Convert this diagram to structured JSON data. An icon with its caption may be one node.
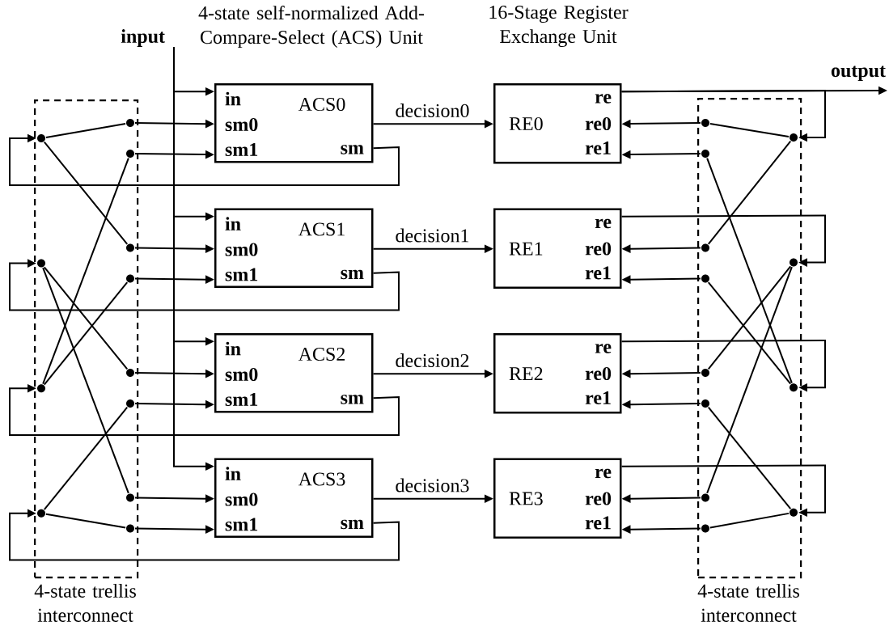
{
  "diagram": {
    "nodes": [
      {
        "text": [
          "input"
        ]
      },
      {
        "text": [
          "4-state trellis interconnect"
        ]
      },
      {
        "text": [],
        "shape": "circle",
        "in": 1
      },
      {
        "text": [],
        "shape": "circle",
        "in": 1
      },
      {
        "text": [],
        "shape": "circle",
        "in": 1
      },
      {
        "text": [],
        "shape": "circle",
        "in": 1
      },
      {
        "text": [],
        "shape": "circle",
        "in": 1
      },
      {
        "text": [],
        "shape": "circle",
        "in": 1
      },
      {
        "text": [],
        "shape": "circle",
        "in": 1
      },
      {
        "text": [],
        "shape": "circle",
        "in": 1
      },
      {
        "text": [],
        "shape": "circle",
        "in": 1
      },
      {
        "text": [],
        "shape": "circle",
        "in": 1
      },
      {
        "text": [],
        "shape": "circle",
        "in": 1
      },
      {
        "text": [],
        "shape": "circle",
        "in": 1
      },
      {
        "text": [
          "ACS0",
          "in",
          "sm0",
          "sm1",
          "sm"
        ]
      },
      {
        "text": [
          "ACS1",
          "in",
          "sm0",
          "sm1",
          "sm"
        ]
      },
      {
        "text": [
          "ACS2",
          "in",
          "sm0",
          "sm1",
          "sm"
        ]
      },
      {
        "text": [
          "ACS3",
          "in",
          "sm0",
          "sm1",
          "sm"
        ]
      },
      {
        "text": [
          "RE0",
          "re",
          "re0",
          "re1"
        ]
      },
      {
        "text": [
          "RE1",
          "re",
          "re0",
          "re1"
        ]
      },
      {
        "text": [
          "RE2",
          "re",
          "re0",
          "re1"
        ]
      },
      {
        "text": [
          "RE3",
          "re",
          "re0",
          "re1"
        ]
      },
      {
        "text": [
          "output"
        ]
      },
      {
        "text": [
          "4-state trellis interconnect"
        ]
      },
      {
        "text": [],
        "shape": "circle",
        "in": 23
      },
      {
        "text": [],
        "shape": "circle",
        "in": 23
      },
      {
        "text": [],
        "shape": "circle",
        "in": 23
      },
      {
        "text": [],
        "shape": "circle",
        "in": 23
      },
      {
        "text": [],
        "shape": "circle",
        "in": 23
      },
      {
        "text": [],
        "shape": "circle",
        "in": 23
      },
      {
        "text": [],
        "shape": "circle",
        "in": 23
      },
      {
        "text": [],
        "shape": "circle",
        "in": 23
      },
      {
        "text": [],
        "shape": "circle",
        "in": 23
      },
      {
        "text": [],
        "shape": "circle",
        "in": 23
      },
      {
        "text": [],
        "shape": "circle",
        "in": 23
      },
      {
        "text": [],
        "shape": "circle",
        "in": 23
      }
    ],
    "edges": [
      {
        "from": 0,
        "to": 14,
        "arrow": "to"
      },
      {
        "from": 0,
        "to": 15,
        "arrow": "to"
      },
      {
        "from": 0,
        "to": 16,
        "arrow": "to"
      },
      {
        "from": 0,
        "to": 17,
        "arrow": "to"
      },
      {
        "from": 2,
        "to": 6,
        "arrow": "none"
      },
      {
        "from": 2,
        "to": 8,
        "arrow": "none"
      },
      {
        "from": 3,
        "to": 10,
        "arrow": "none"
      },
      {
        "from": 3,
        "to": 12,
        "arrow": "none"
      },
      {
        "from": 4,
        "to": 7,
        "arrow": "none"
      },
      {
        "from": 4,
        "to": 9,
        "arrow": "none"
      },
      {
        "from": 5,
        "to": 11,
        "arrow": "none"
      },
      {
        "from": 5,
        "to": 13,
        "arrow": "none"
      },
      {
        "from": 6,
        "to": 14,
        "arrow": "to"
      },
      {
        "from": 7,
        "to": 14,
        "arrow": "to"
      },
      {
        "from": 8,
        "to": 15,
        "arrow": "to"
      },
      {
        "from": 9,
        "to": 15,
        "arrow": "to"
      },
      {
        "from": 10,
        "to": 16,
        "arrow": "to"
      },
      {
        "from": 11,
        "to": 16,
        "arrow": "to"
      },
      {
        "from": 12,
        "to": 17,
        "arrow": "to"
      },
      {
        "from": 13,
        "to": 17,
        "arrow": "to"
      },
      {
        "from": 14,
        "to": 2,
        "arrow": "to"
      },
      {
        "from": 15,
        "to": 3,
        "arrow": "to"
      },
      {
        "from": 16,
        "to": 4,
        "arrow": "to"
      },
      {
        "from": 17,
        "to": 5,
        "arrow": "to"
      },
      {
        "from": 14,
        "to": 18,
        "arrow": "to",
        "label": "decision0"
      },
      {
        "from": 15,
        "to": 19,
        "arrow": "to",
        "label": "decision1"
      },
      {
        "from": 16,
        "to": 20,
        "arrow": "to",
        "label": "decision2"
      },
      {
        "from": 17,
        "to": 21,
        "arrow": "to",
        "label": "decision3"
      },
      {
        "from": 18,
        "to": 22,
        "arrow": "to"
      },
      {
        "from": 18,
        "to": 32,
        "arrow": "to"
      },
      {
        "from": 19,
        "to": 33,
        "arrow": "to"
      },
      {
        "from": 20,
        "to": 34,
        "arrow": "to"
      },
      {
        "from": 21,
        "to": 35,
        "arrow": "to"
      },
      {
        "from": 24,
        "to": 18,
        "arrow": "to"
      },
      {
        "from": 25,
        "to": 18,
        "arrow": "to"
      },
      {
        "from": 26,
        "to": 19,
        "arrow": "to"
      },
      {
        "from": 27,
        "to": 19,
        "arrow": "to"
      },
      {
        "from": 28,
        "to": 20,
        "arrow": "to"
      },
      {
        "from": 29,
        "to": 20,
        "arrow": "to"
      },
      {
        "from": 30,
        "to": 21,
        "arrow": "to"
      },
      {
        "from": 31,
        "to": 21,
        "arrow": "to"
      },
      {
        "from": 32,
        "to": 24,
        "arrow": "none"
      },
      {
        "from": 32,
        "to": 26,
        "arrow": "none"
      },
      {
        "from": 33,
        "to": 28,
        "arrow": "none"
      },
      {
        "from": 33,
        "to": 30,
        "arrow": "none"
      },
      {
        "from": 34,
        "to": 25,
        "arrow": "none"
      },
      {
        "from": 34,
        "to": 27,
        "arrow": "none"
      },
      {
        "from": 35,
        "to": 29,
        "arrow": "none"
      },
      {
        "from": 35,
        "to": 31,
        "arrow": "none"
      }
    ],
    "labels": [
      "4-state self-normalized Add-Compare-Select (ACS) Unit",
      "16-Stage Register Exchange Unit"
    ]
  }
}
